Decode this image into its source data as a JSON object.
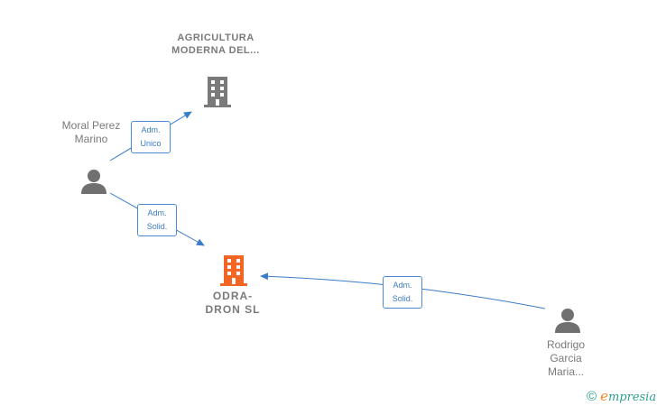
{
  "nodes": {
    "company_top": {
      "label": "AGRICULTURA MODERNA DEL..."
    },
    "company_main": {
      "label": "ODRA- DRON SL"
    },
    "person_left": {
      "label": "Moral Perez Marino"
    },
    "person_right": {
      "label": "Rodrigo Garcia Maria..."
    }
  },
  "edges": {
    "e1": {
      "label": "Adm. Unico"
    },
    "e2": {
      "label": "Adm. Solid."
    },
    "e3": {
      "label": "Adm. Solid."
    }
  },
  "brand": {
    "copyright": "©",
    "initial": "e",
    "rest": "mpresia"
  },
  "colors": {
    "edge": "#3b7cc6",
    "company_gray": "#7a7a7a",
    "company_main": "#f26522",
    "person": "#707070"
  }
}
